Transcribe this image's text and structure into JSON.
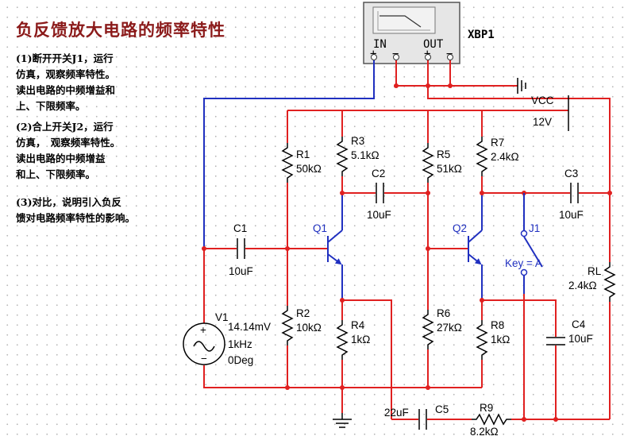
{
  "title": "负反馈放大电路的频率特性",
  "instructions": {
    "step1": [
      "(1)断开开关J1，运行",
      "仿真，观察频率特性。",
      "读出电路的中频增益和",
      "上、下限频率。"
    ],
    "step2": [
      "(2)合上开关J2，运行",
      "仿真，　观察频率特性。",
      "读出电路的中频增益",
      "和上、下限频率。"
    ],
    "step3": [
      "(3)对比，说明引入负反",
      "馈对电路频率特性的影响。"
    ]
  },
  "bode_plotter": {
    "name": "XBP1",
    "in_label": "IN",
    "out_label": "OUT",
    "plus": "+",
    "minus": "−"
  },
  "vcc": {
    "name": "VCC",
    "value": "12V"
  },
  "components": {
    "R1": {
      "name": "R1",
      "value": "50kΩ"
    },
    "R2": {
      "name": "R2",
      "value": "10kΩ"
    },
    "R3": {
      "name": "R3",
      "value": "5.1kΩ"
    },
    "R4": {
      "name": "R4",
      "value": "1kΩ"
    },
    "R5": {
      "name": "R5",
      "value": "51kΩ"
    },
    "R6": {
      "name": "R6",
      "value": "27kΩ"
    },
    "R7": {
      "name": "R7",
      "value": "2.4kΩ"
    },
    "R8": {
      "name": "R8",
      "value": "1kΩ"
    },
    "R9": {
      "name": "R9",
      "value": "8.2kΩ"
    },
    "RL": {
      "name": "RL",
      "value": "2.4kΩ"
    },
    "C1": {
      "name": "C1",
      "value": "10uF"
    },
    "C2": {
      "name": "C2",
      "value": "10uF"
    },
    "C3": {
      "name": "C3",
      "value": "10uF"
    },
    "C4": {
      "name": "C4",
      "value": "10uF"
    },
    "C5": {
      "name": "C5",
      "value": "22uF"
    },
    "Q1": {
      "name": "Q1"
    },
    "Q2": {
      "name": "Q2"
    },
    "J1": {
      "name": "J1",
      "key": "Key = A"
    },
    "V1": {
      "name": "V1",
      "amplitude": "14.14mV",
      "frequency": "1kHz",
      "phase": "0Deg"
    }
  },
  "colors": {
    "wire": "#e02020",
    "signal": "#2030c0",
    "title": "#8b1a1a"
  }
}
